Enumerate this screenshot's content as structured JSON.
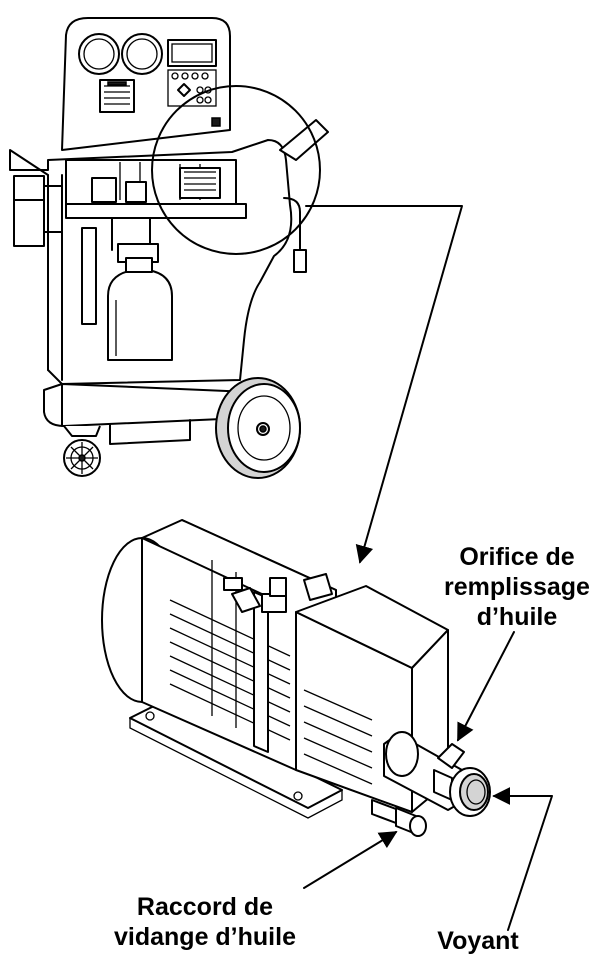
{
  "callouts": {
    "oil_fill_port": [
      "Orifice de",
      "remplissage",
      "d’huile"
    ],
    "oil_drain_fitting": [
      "Raccord de",
      "vidange d’huile"
    ],
    "sight_glass": [
      "Voyant"
    ]
  },
  "colors": {
    "line": "#000000",
    "background": "#ffffff",
    "shade": "#d4d4d4"
  }
}
